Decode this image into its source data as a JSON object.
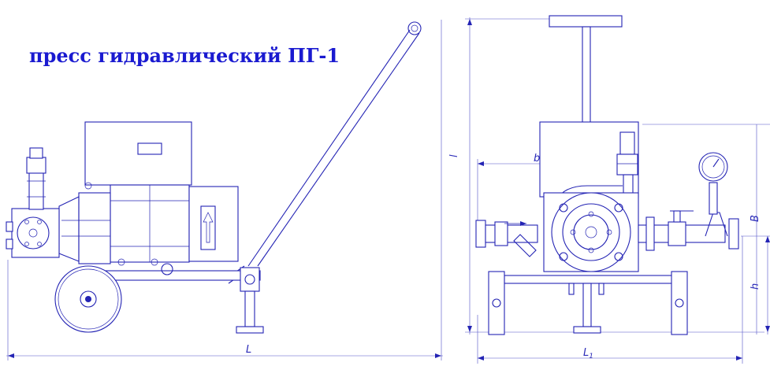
{
  "title": "пресс гидравлический ПГ-1",
  "dimensions": {
    "side_length": "L",
    "front_height": "l",
    "front_width": "b",
    "base_width": "L1",
    "base_width_main": "L",
    "base_width_sub": "1",
    "right_height": "h",
    "right_total": "B"
  },
  "colors": {
    "line": "#2424b4",
    "title": "#1a1ad0",
    "background": "#ffffff"
  }
}
